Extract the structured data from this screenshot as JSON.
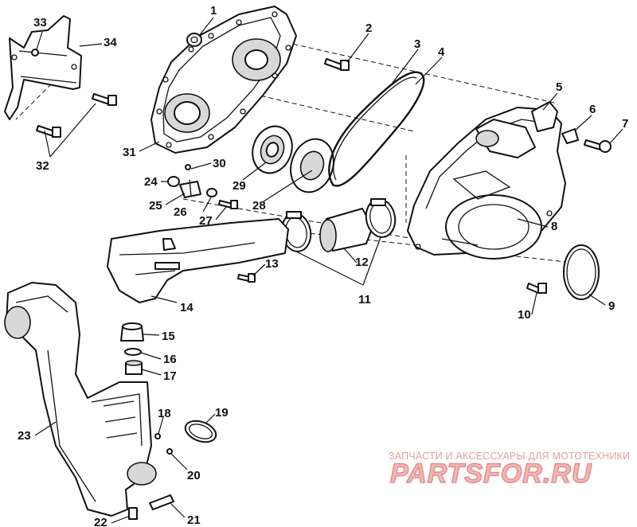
{
  "watermark": {
    "tagline": "ЗАПЧАСТИ И АКСЕССУАРЫ ДЛЯ МОТОТЕХНИКИ",
    "logo": "PARTSFOR.RU"
  },
  "callouts": {
    "c1": "1",
    "c2": "2",
    "c3": "3",
    "c4": "4",
    "c5": "5",
    "c6": "6",
    "c7": "7",
    "c8": "8",
    "c9": "9",
    "c10": "10",
    "c11": "11",
    "c12": "12",
    "c13": "13",
    "c14": "14",
    "c15": "15",
    "c16": "16",
    "c17": "17",
    "c18": "18",
    "c19": "19",
    "c20": "20",
    "c21": "21",
    "c22": "22",
    "c23": "23",
    "c24": "24",
    "c25": "25",
    "c26": "26",
    "c27": "27",
    "c28": "28",
    "c29": "29",
    "c30": "30",
    "c31": "31",
    "c32": "32",
    "c33": "33",
    "c34": "34"
  }
}
